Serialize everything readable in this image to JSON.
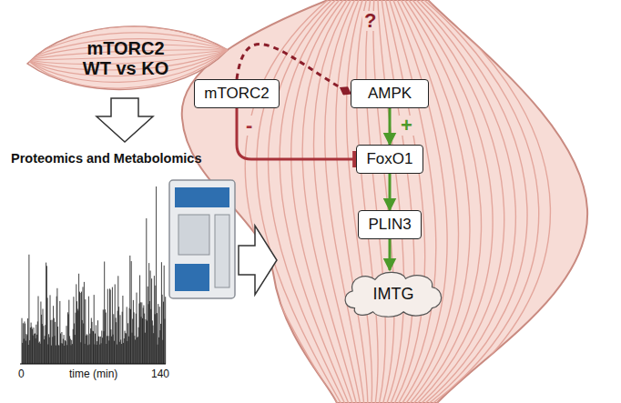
{
  "diagram": {
    "nodes": [
      {
        "text": [
          "mTORC2 WT vs KO"
        ]
      },
      {
        "text": [
          "mTORC2"
        ]
      },
      {
        "text": [
          "AMPK"
        ]
      },
      {
        "text": [
          "FoxO1"
        ]
      },
      {
        "text": [
          "PLIN3"
        ]
      },
      {
        "text": [
          "IMTG"
        ]
      }
    ],
    "edges": [
      {
        "from": 1,
        "to": 2,
        "label": "?",
        "arrow": "to"
      },
      {
        "from": 1,
        "to": 3,
        "label": "-",
        "arrow": "to"
      },
      {
        "from": 2,
        "to": 3,
        "label": "+",
        "arrow": "to"
      },
      {
        "from": 3,
        "to": 4,
        "arrow": "to"
      },
      {
        "from": 4,
        "to": 5,
        "arrow": "to"
      }
    ],
    "labels": [
      "Proteomics and Metabolomics",
      "0",
      "time (min)",
      "140"
    ]
  }
}
